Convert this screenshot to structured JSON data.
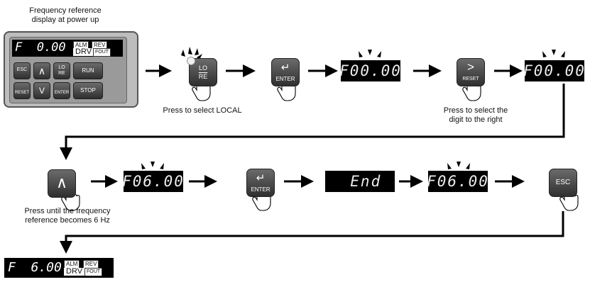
{
  "top_caption": [
    "Frequency reference",
    "display at power up"
  ],
  "captions": {
    "select_local": "Press to select LOCAL",
    "select_digit": [
      "Press to select the",
      "digit to the right"
    ],
    "until_freq": [
      "Press until the frequency",
      "reference becomes 6 Hz"
    ]
  },
  "operator": {
    "display_initial": "F  0.00",
    "display_final": "F  6.00",
    "alm": "ALM",
    "rev": "REV",
    "drv": "DRV",
    "fout": "FOUT",
    "keys": {
      "esc": "ESC",
      "up": "∧",
      "lo": "LO",
      "re": "RE",
      "run": "RUN",
      "reset": "RESET",
      "down": "V",
      "enter": "ENTER",
      "stop": "STOP"
    }
  },
  "steps": {
    "lcd_1": "F00.00",
    "lcd_2": "F00.00",
    "lcd_3": "F06.00",
    "lcd_4": "  End",
    "lcd_5": "F06.00"
  },
  "keys": {
    "lo": "LO",
    "re": "RE",
    "enter": "ENTER",
    "reset": "RESET",
    "esc": "ESC",
    "up": "∧"
  }
}
